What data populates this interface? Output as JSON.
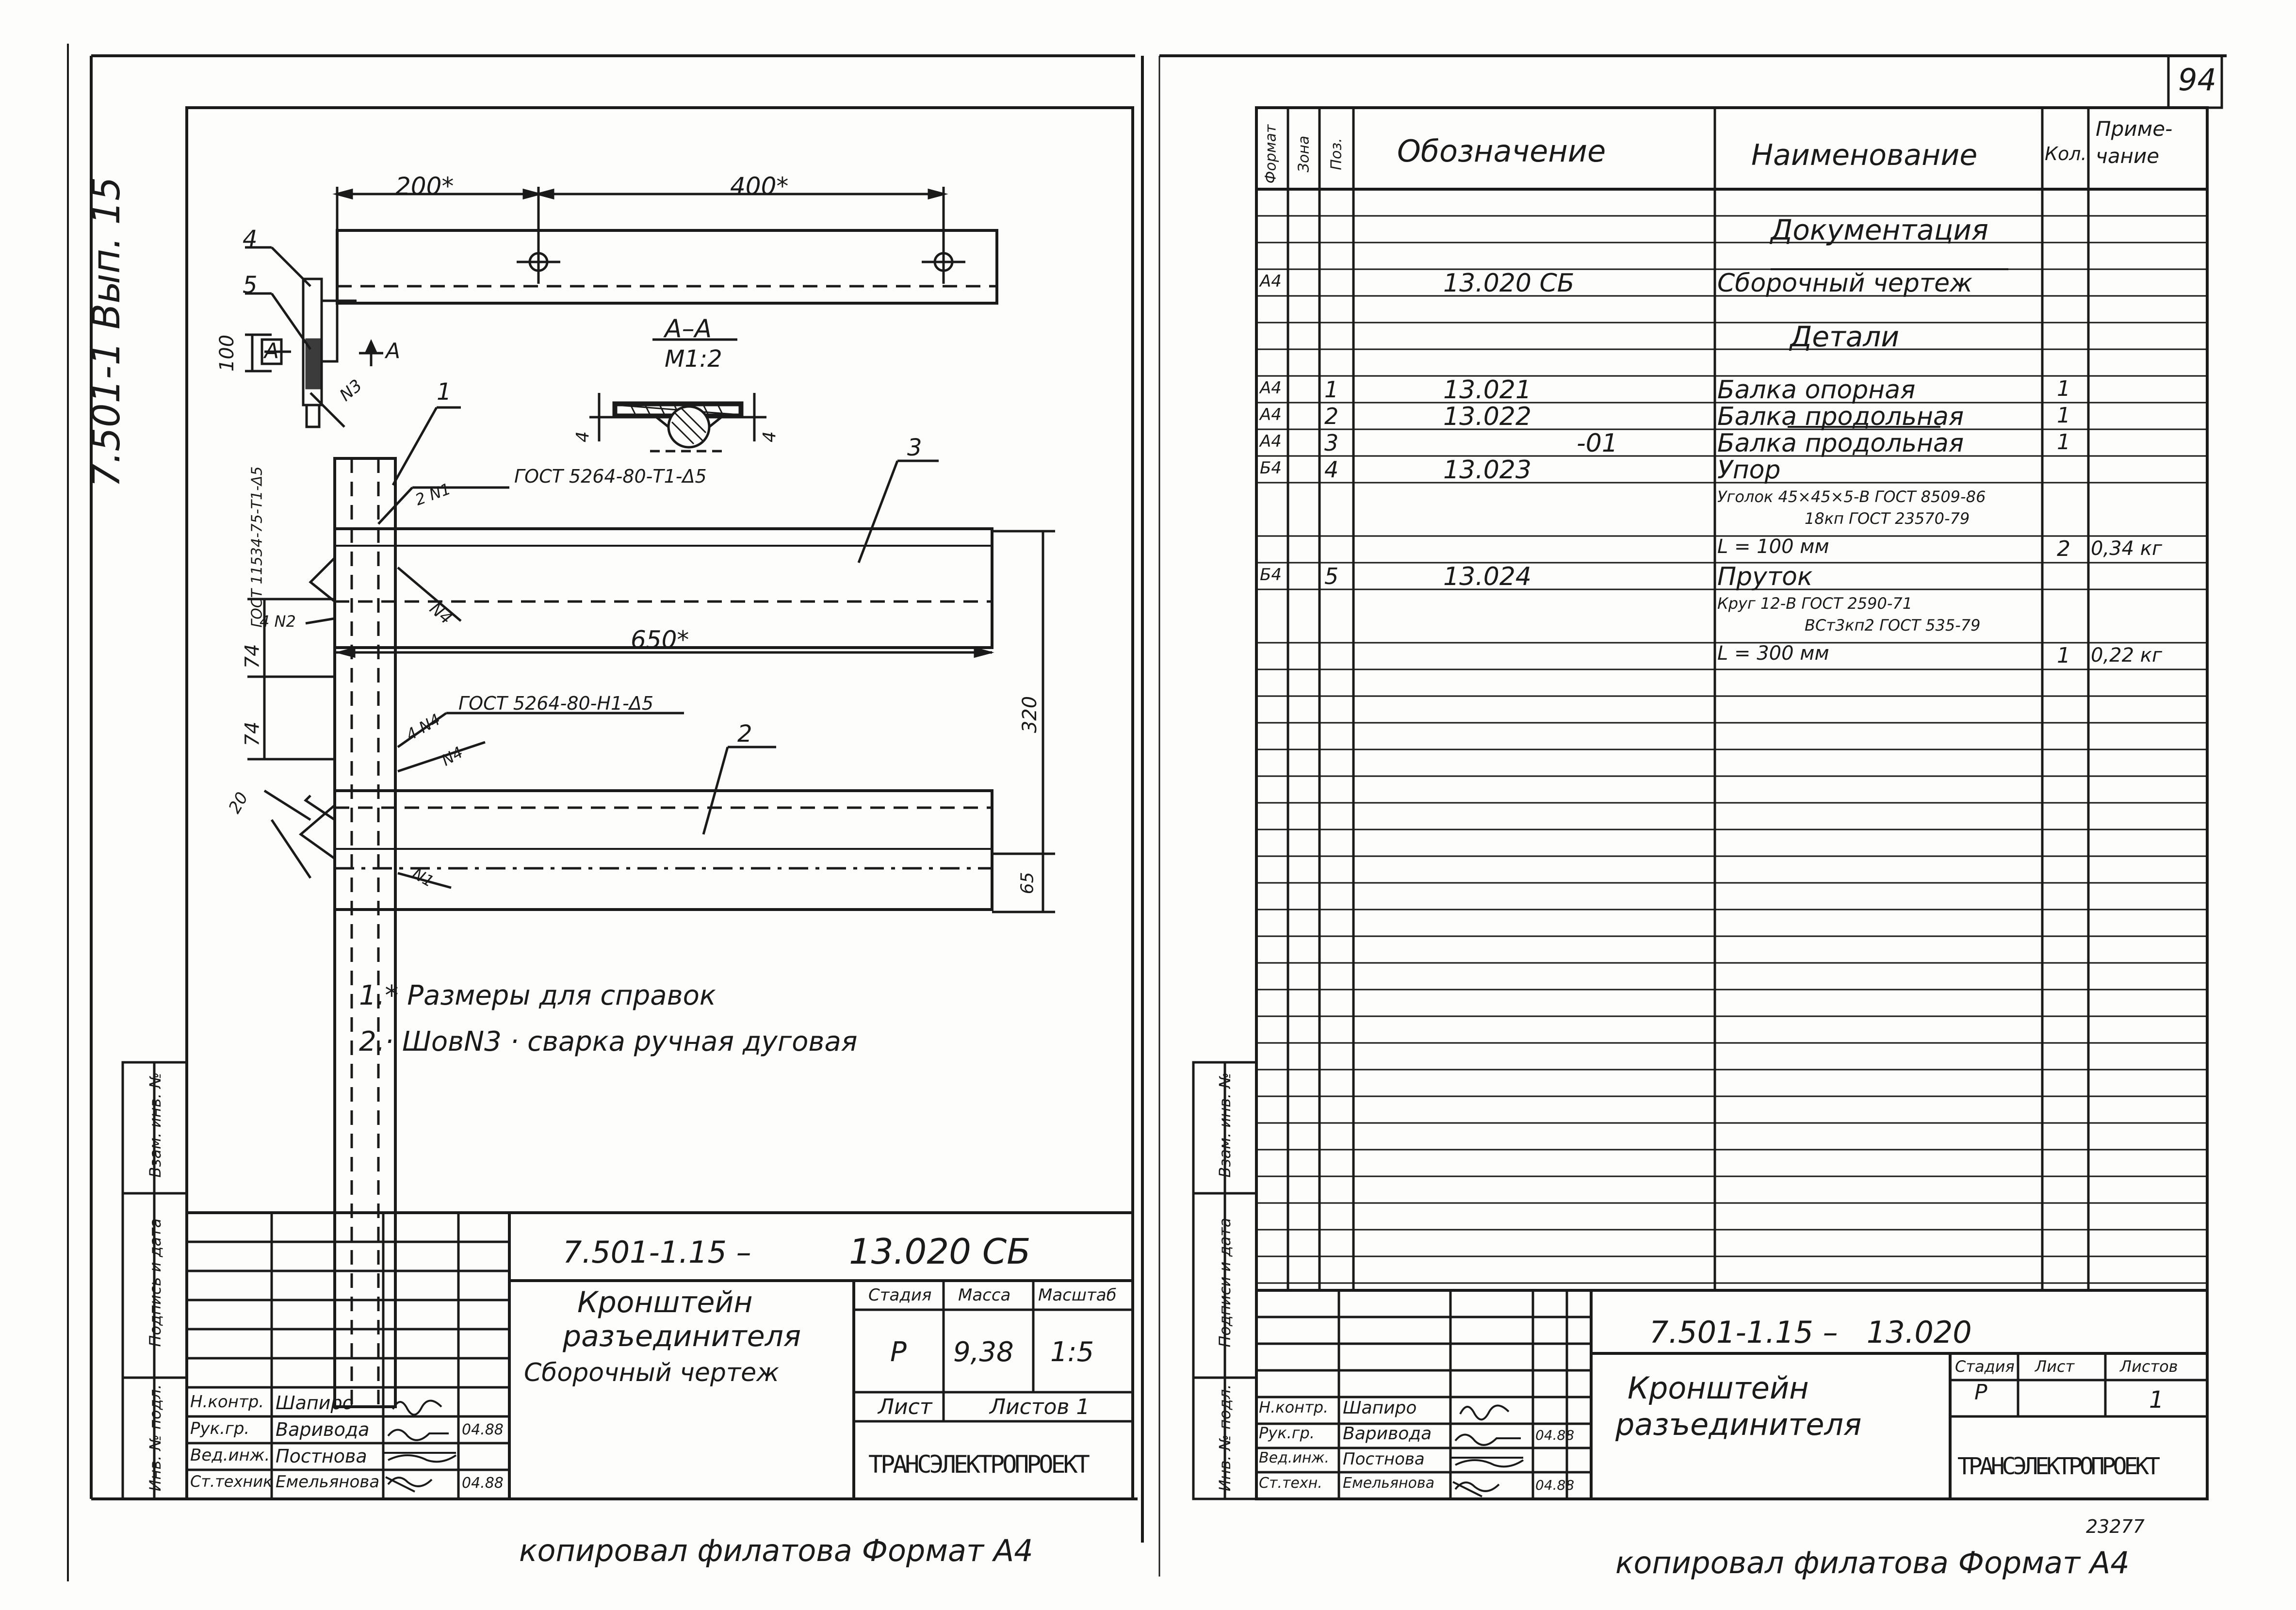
{
  "page_number": "94",
  "left_sheet": {
    "side_code": "7.501-1 Вып. 15",
    "dims": {
      "d200": "200*",
      "d400": "400*",
      "d100": "100",
      "d650": "650*",
      "d74a": "74",
      "d74b": "74",
      "d320": "320",
      "d65": "65",
      "d20": "20"
    },
    "section_title": "А–А",
    "section_scale": "М1:2",
    "section_dim_left": "4",
    "section_dim_right": "4",
    "section_marker": "А",
    "callouts": [
      "1",
      "2",
      "3",
      "4",
      "5"
    ],
    "weld_notes": {
      "top": "ГОСТ 5264-80-Т1-Δ5",
      "bottom": "ГОСТ 5264-80-Н1-Δ5",
      "side": "ГОСТ 11534-75-Т1-Δ5",
      "n1_top": "2 N1",
      "n2": "4 N2",
      "n4a": "N4",
      "n4b": "4 N4",
      "n4c": "N4",
      "n1_bottom": "N1",
      "n3": "N3"
    },
    "notes": [
      "1.* Размеры для справок",
      "2.· ШовN3 · сварка ручная дуговая"
    ],
    "title_block": {
      "doc_code": "7.501-1.15 –",
      "doc_number": "13.020 СБ",
      "name_line1": "Кронштейн",
      "name_line2": "разъединителя",
      "doc_type": "Сборочный чертеж",
      "h_stage": "Стадия",
      "h_mass": "Масса",
      "h_scale": "Масштаб",
      "stage": "Р",
      "mass": "9,38",
      "scale": "1:5",
      "sheet_label": "Лист",
      "sheets_label": "Листов 1",
      "org": "ТРАНСЭЛЕКТРОПРОЕКТ",
      "roles": [
        "Н.контр.",
        "Рук.гр.",
        "Вед.инж.",
        "Ст.техник"
      ],
      "names": [
        "Шапиро",
        "Варивода",
        "Постнова",
        "Емельянова"
      ],
      "dates": [
        "",
        "04.88",
        "",
        "04.88"
      ]
    },
    "side_stamp": [
      "Взам. инв. №",
      "Подпись и дата",
      "Инв. № подл."
    ],
    "footer": "копировал  филатова  Формат А4"
  },
  "right_sheet": {
    "headers": {
      "format": "Формат",
      "zone": "Зона",
      "pos": "Поз.",
      "designation": "Обозначение",
      "name": "Наименование",
      "qty": "Кол.",
      "note": "Приме- чание"
    },
    "rows": [
      {
        "format": "",
        "pos": "",
        "designation": "",
        "name": "",
        "qty": "",
        "note": ""
      },
      {
        "format": "",
        "pos": "",
        "designation": "",
        "name": "Документация",
        "qty": "",
        "note": "",
        "heading": true
      },
      {
        "format": "",
        "pos": "",
        "designation": "",
        "name": "",
        "qty": "",
        "note": ""
      },
      {
        "format": "А4",
        "pos": "",
        "designation": "13.020 СБ",
        "name": "Сборочный чертеж",
        "qty": "",
        "note": ""
      },
      {
        "format": "",
        "pos": "",
        "designation": "",
        "name": "",
        "qty": "",
        "note": ""
      },
      {
        "format": "",
        "pos": "",
        "designation": "",
        "name": "Детали",
        "qty": "",
        "note": "",
        "heading": true
      },
      {
        "format": "",
        "pos": "",
        "designation": "",
        "name": "",
        "qty": "",
        "note": ""
      },
      {
        "format": "А4",
        "pos": "1",
        "designation": "13.021",
        "name": "Балка опорная",
        "qty": "1",
        "note": ""
      },
      {
        "format": "А4",
        "pos": "2",
        "designation": "13.022",
        "name": "Балка продольная",
        "qty": "1",
        "note": ""
      },
      {
        "format": "А4",
        "pos": "3",
        "designation": "-01",
        "name": "Балка продольная",
        "qty": "1",
        "note": ""
      },
      {
        "format": "Б4",
        "pos": "4",
        "designation": "13.023",
        "name": "Упор",
        "qty": "",
        "note": ""
      },
      {
        "format": "",
        "pos": "",
        "designation": "",
        "name": "Уголок 45×45×5-В ГОСТ 8509-86",
        "name2": "18кп ГОСТ 23570-79",
        "qty": "",
        "note": "",
        "double": true
      },
      {
        "format": "",
        "pos": "",
        "designation": "",
        "name": "L = 100 мм",
        "qty": "2",
        "note": "0,34 кг"
      },
      {
        "format": "Б4",
        "pos": "5",
        "designation": "13.024",
        "name": "Пруток",
        "qty": "",
        "note": ""
      },
      {
        "format": "",
        "pos": "",
        "designation": "",
        "name": "Круг 12-В ГОСТ 2590-71",
        "name2": "ВСт3кп2 ГОСТ 535-79",
        "qty": "",
        "note": "",
        "double": true
      },
      {
        "format": "",
        "pos": "",
        "designation": "",
        "name": "L = 300 мм",
        "qty": "1",
        "note": "0,22 кг"
      }
    ],
    "title_block": {
      "doc_code": "7.501-1.15 –   13.020",
      "name_line1": "Кронштейн",
      "name_line2": "разъединителя",
      "h_stage": "Стадия",
      "h_sheet": "Лист",
      "h_sheets": "Листов",
      "stage": "Р",
      "sheet": "",
      "sheets": "1",
      "org": "ТРАНСЭЛЕКТРОПРОЕКТ",
      "roles": [
        "Н.контр.",
        "Рук.гр.",
        "Вед.инж.",
        "Ст.техн."
      ],
      "names": [
        "Шапиро",
        "Варивода",
        "Постнова",
        "Емельянова"
      ],
      "dates": [
        "",
        "04.88",
        "",
        "04.88"
      ]
    },
    "side_stamp": [
      "Взам. инв. №",
      "Подписи и дата",
      "Инв. № подл."
    ],
    "archive_number": "23277",
    "footer": "копировал  филатова  Формат А4"
  }
}
